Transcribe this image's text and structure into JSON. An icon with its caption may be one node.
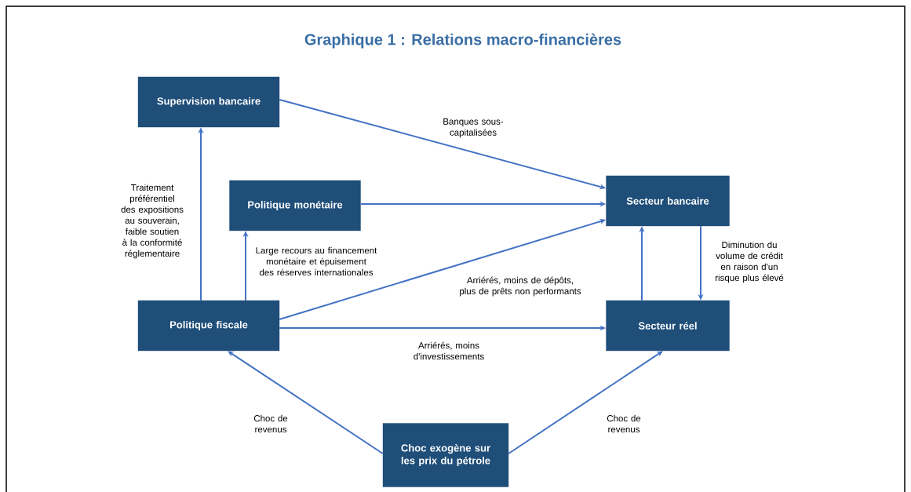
{
  "diagram": {
    "title": "Graphique 1 : Relations macro-financières",
    "nodes": [
      {
        "text": [
          "Supervision bancaire"
        ]
      },
      {
        "text": [
          "Politique monétaire"
        ]
      },
      {
        "text": [
          "Secteur bancaire"
        ]
      },
      {
        "text": [
          "Politique fiscale"
        ]
      },
      {
        "text": [
          "Secteur réel"
        ]
      },
      {
        "text": [
          "Choc exogène sur les prix du pétrole"
        ]
      }
    ],
    "edges": [
      {
        "from": 0,
        "to": 2,
        "arrow": "to",
        "label": "Banques sous-capitalisées"
      },
      {
        "from": 1,
        "to": 2,
        "arrow": "to"
      },
      {
        "from": 3,
        "to": 2,
        "arrow": "to",
        "label": "Arriérés, moins de dépôts, plus de prêts non performants"
      },
      {
        "from": 3,
        "to": 4,
        "arrow": "to",
        "label": "Arriérés, moins d'investissements"
      },
      {
        "from": 3,
        "to": 0,
        "arrow": "to",
        "label": "Traitement préférentiel des expositions au souverain, faible soutien à la conformité réglementaire"
      },
      {
        "from": 3,
        "to": 1,
        "arrow": "to",
        "label": "Large recours au financement monétaire et épuisement des réserves internationales"
      },
      {
        "from": 4,
        "to": 2,
        "arrow": "to"
      },
      {
        "from": 2,
        "to": 4,
        "arrow": "to",
        "label": "Diminution du volume de crédit en raison d'un risque plus élevé"
      },
      {
        "from": 5,
        "to": 3,
        "arrow": "to",
        "label": "Choc de revenus"
      },
      {
        "from": 5,
        "to": 4,
        "arrow": "to",
        "label": "Choc de revenus"
      }
    ]
  }
}
